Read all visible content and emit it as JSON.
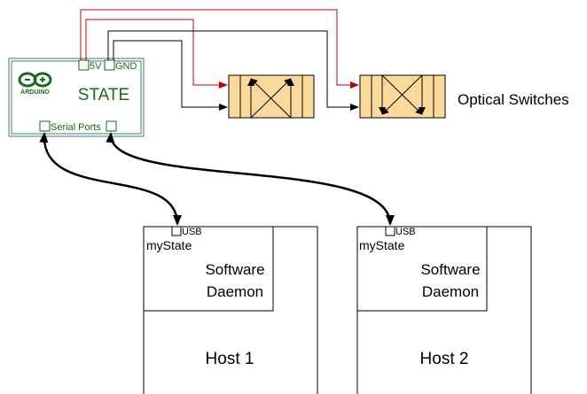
{
  "arduino": {
    "logo_text": "ARDUINO",
    "title": "STATE",
    "pin_5v": "5V",
    "pin_gnd": "GND",
    "serial_ports": "Serial Ports"
  },
  "optical_switches_label": "Optical Switches",
  "hosts": [
    {
      "usb": "USB",
      "app": "myState",
      "daemon_line1": "Software",
      "daemon_line2": "Daemon",
      "name": "Host 1"
    },
    {
      "usb": "USB",
      "app": "myState",
      "daemon_line1": "Software",
      "daemon_line2": "Daemon",
      "name": "Host 2"
    }
  ],
  "colors": {
    "arduino_green": "#1a6a1a",
    "board_border": "#3f7f6a",
    "power_wire": "#c00000",
    "ground_wire": "#000000",
    "switch_fill": "#fbd99a"
  }
}
